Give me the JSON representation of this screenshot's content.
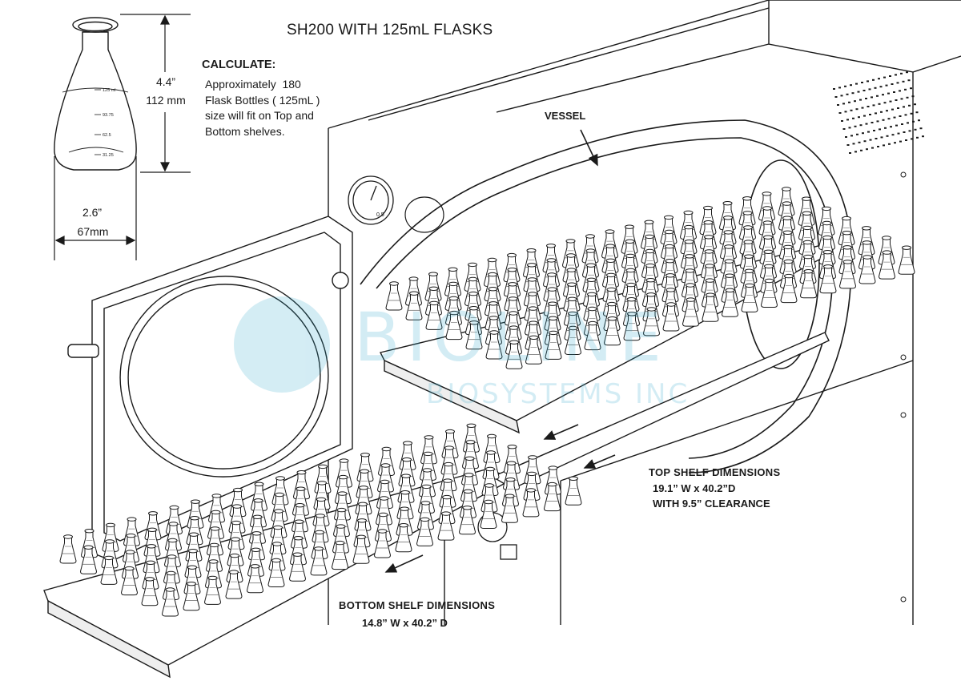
{
  "title": "SH200 WITH 125mL  FLASKS",
  "calculate": {
    "heading": "CALCULATE:",
    "body": "Approximately  180\nFlask Bottles ( 125mL )\nsize will fit on Top and\nBottom shelves."
  },
  "flask_dims": {
    "height_in": "4.4”",
    "height_mm": "112 mm",
    "width_in": "2.6”",
    "width_mm": "67mm"
  },
  "vessel_label": "VESSEL",
  "top_shelf": {
    "heading": "TOP SHELF DIMENSIONS",
    "size": "19.1” W x 40.2”D",
    "clearance": "WITH 9.5” CLEARANCE"
  },
  "bottom_shelf": {
    "heading": "BOTTOM SHELF DIMENSIONS",
    "size": "14.8” W x 40.2” D"
  },
  "watermark": {
    "line1": "BIOLINE",
    "line2": "BIOSYSTEMS INC",
    "color": "#2aa6c9"
  },
  "flask_graduations": [
    "125 ml",
    "93.75",
    "62.5",
    "31.25"
  ],
  "gauge_reading": "0.5",
  "colors": {
    "line": "#1a1a1a",
    "background": "#ffffff"
  }
}
